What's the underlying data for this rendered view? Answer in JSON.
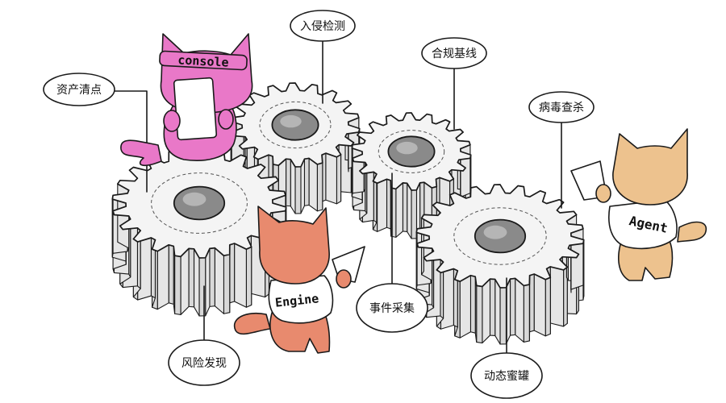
{
  "labels": {
    "intrusion_detection": "入侵检测",
    "compliance_baseline": "合规基线",
    "asset_inventory": "资产清点",
    "virus_scan": "病毒查杀",
    "event_collection": "事件采集",
    "risk_discovery": "风险发现",
    "dynamic_honeypot": "动态蜜罐"
  },
  "characters": {
    "console_headband": "console",
    "engine_shirt": "Engine",
    "agent_shirt": "Agent"
  },
  "colors": {
    "console_cat": "#e978c8",
    "engine_cat": "#e88a6e",
    "agent_cat": "#edc28e",
    "gear_face": "#f4f4f4",
    "gear_side": "#d8d8d8",
    "gear_hole": "#8a8a8a",
    "ink": "#1a1a1a"
  }
}
